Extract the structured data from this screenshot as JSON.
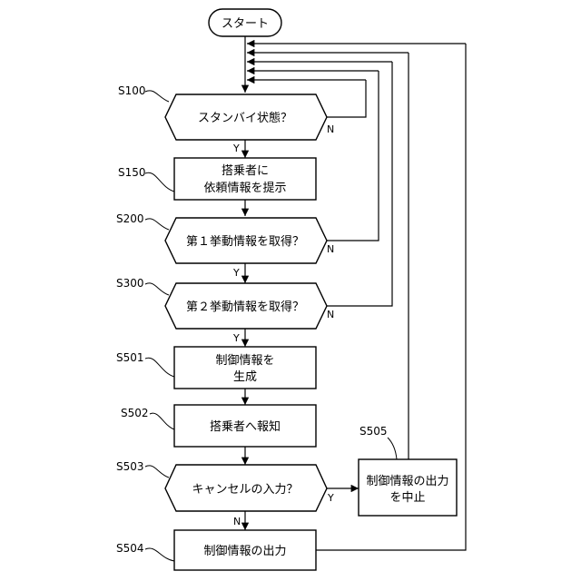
{
  "start": "スタート",
  "steps": {
    "s100": {
      "id": "S100",
      "text": "スタンバイ状態？"
    },
    "s150": {
      "id": "S150",
      "line1": "搭乗者に",
      "line2": "依頼情報を提示"
    },
    "s200": {
      "id": "S200",
      "text": "第１挙動情報を取得？"
    },
    "s300": {
      "id": "S300",
      "text": "第２挙動情報を取得？"
    },
    "s501": {
      "id": "S501",
      "line1": "制御情報を",
      "line2": "生成"
    },
    "s502": {
      "id": "S502",
      "text": "搭乗者へ報知"
    },
    "s503": {
      "id": "S503",
      "text": "キャンセルの入力？"
    },
    "s504": {
      "id": "S504",
      "text": "制御情報の出力"
    },
    "s505": {
      "id": "S505",
      "line1": "制御情報の出力",
      "line2": "を中止"
    }
  },
  "branches": {
    "s100_yes": "Y",
    "s100_no": "N",
    "s200_yes": "Y",
    "s200_no": "N",
    "s300_yes": "Y",
    "s300_no": "N",
    "s503_yes": "Y",
    "s503_no": "N"
  }
}
